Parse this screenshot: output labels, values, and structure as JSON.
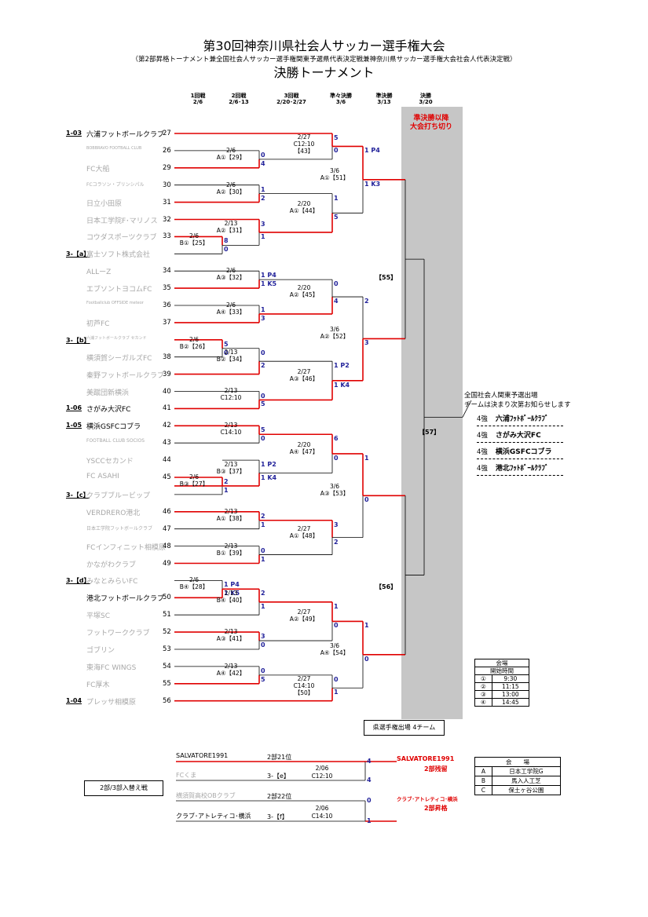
{
  "title": "第30回神奈川県社会人サッカー選手権大会",
  "subtitle": "（第2部昇格トーナメント兼全国社会人サッカー選手権関東予選県代表決定戦兼神奈川県サッカー選手権大会社会人代表決定戦）",
  "heading": "決勝トーナメント",
  "rounds": [
    {
      "name": "1回戦",
      "date": "2/6"
    },
    {
      "name": "2回戦",
      "date": "2/6･13"
    },
    {
      "name": "3回戦",
      "date": "2/20･2/27"
    },
    {
      "name": "準々決勝",
      "date": "3/6"
    },
    {
      "name": "準決勝",
      "date": "3/13"
    },
    {
      "name": "決勝",
      "date": "3/20"
    }
  ],
  "teams": [
    {
      "code": "1-03",
      "name": "六浦フットボールクラブ",
      "num": "27",
      "style": "b"
    },
    {
      "code": "",
      "name": "BOBBRAVO FOOTBALL CLUB",
      "num": "26",
      "style": "mini"
    },
    {
      "code": "",
      "name": "FC大船",
      "num": "29",
      "style": "g"
    },
    {
      "code": "",
      "name": "FCコラソン・プリンシパル",
      "num": "30",
      "style": "tiny"
    },
    {
      "code": "",
      "name": "日立小田原",
      "num": "31",
      "style": "g"
    },
    {
      "code": "",
      "name": "日本工学院F･マリノス",
      "num": "32",
      "style": "g"
    },
    {
      "code": "",
      "name": "コウダスポーツクラブ",
      "num": "33",
      "style": "g"
    },
    {
      "code": "3-【a】",
      "name": "富士ソフト株式会社",
      "num": "",
      "style": "g"
    },
    {
      "code": "",
      "name": "ALLーZ",
      "num": "34",
      "style": "g"
    },
    {
      "code": "",
      "name": "エブソントヨコムFC",
      "num": "35",
      "style": "g"
    },
    {
      "code": "",
      "name": "Footballclub OFFSIDE meteor",
      "num": "36",
      "style": "mini"
    },
    {
      "code": "",
      "name": "初芦FC",
      "num": "37",
      "style": "g"
    },
    {
      "code": "3-【b】",
      "name": "六浦フットボールクラブ セカンド",
      "num": "",
      "style": "mini"
    },
    {
      "code": "",
      "name": "横須賀シーガルズFC",
      "num": "38",
      "style": "g"
    },
    {
      "code": "",
      "name": "秦野フットボールクラブ",
      "num": "39",
      "style": "g"
    },
    {
      "code": "",
      "name": "美蹴団新横浜",
      "num": "40",
      "style": "g"
    },
    {
      "code": "1-06",
      "name": "さがみ大沢FC",
      "num": "41",
      "style": "b"
    },
    {
      "code": "1-05",
      "name": "横浜GSFCコブラ",
      "num": "42",
      "style": "b"
    },
    {
      "code": "",
      "name": "FOOTBALL CLUB SOCIOS",
      "num": "43",
      "style": "tiny"
    },
    {
      "code": "",
      "name": "YSCCセカンド",
      "num": "44",
      "style": "g"
    },
    {
      "code": "",
      "name": "FC ASAHI",
      "num": "45",
      "style": "g"
    },
    {
      "code": "3-【c】",
      "name": "クラブブルービップ",
      "num": "",
      "style": "g"
    },
    {
      "code": "",
      "name": "VERDRERO港北",
      "num": "46",
      "style": "g"
    },
    {
      "code": "",
      "name": "日本工学院フットボールクラブ",
      "num": "47",
      "style": "tiny"
    },
    {
      "code": "",
      "name": "FCインフィニット相模原",
      "num": "48",
      "style": "g"
    },
    {
      "code": "",
      "name": "かながわクラブ",
      "num": "49",
      "style": "g"
    },
    {
      "code": "3-【d】",
      "name": "みなとみらいFC",
      "num": "",
      "style": "g"
    },
    {
      "code": "",
      "name": "港北フットボールクラブ",
      "num": "50",
      "style": "b"
    },
    {
      "code": "",
      "name": "平塚SC",
      "num": "51",
      "style": "g"
    },
    {
      "code": "",
      "name": "フットワーククラブ",
      "num": "52",
      "style": "g"
    },
    {
      "code": "",
      "name": "ゴブリン",
      "num": "53",
      "style": "g"
    },
    {
      "code": "",
      "name": "東海FC WINGS",
      "num": "54",
      "style": "g"
    },
    {
      "code": "",
      "name": "FC厚木",
      "num": "55",
      "style": "g"
    },
    {
      "code": "1-04",
      "name": "プレッサ相模原",
      "num": "56",
      "style": "g"
    }
  ],
  "matches": [
    {
      "id": "r1a",
      "date": "2/6",
      "label": "B①【25】",
      "s1": "8",
      "s2": "0"
    },
    {
      "id": "r1b",
      "date": "2/6",
      "label": "B②【26】",
      "s1": "5",
      "s2": "0"
    },
    {
      "id": "r1c",
      "date": "2/6",
      "label": "B③【27】",
      "s1": "2",
      "s2": "1"
    },
    {
      "id": "r1d",
      "date": "2/6",
      "label": "B④【28】",
      "s1": "1 P4",
      "s2": "1 K5"
    },
    {
      "id": "r2a",
      "date": "2/6",
      "label": "A①【29】",
      "s1": "0",
      "s2": "4"
    },
    {
      "id": "r2b",
      "date": "2/6",
      "label": "A②【30】",
      "s1": "1",
      "s2": "2"
    },
    {
      "id": "r2c",
      "date": "2/13",
      "label": "A②【31】",
      "s1": "3",
      "s2": "1"
    },
    {
      "id": "r2d",
      "date": "2/6",
      "label": "A③【32】",
      "s1": "1 P4",
      "s2": "1 K5"
    },
    {
      "id": "r2e",
      "date": "2/6",
      "label": "A④【33】",
      "s1": "1",
      "s2": "3"
    },
    {
      "id": "r2f",
      "date": "2/13",
      "label": "B②【34】",
      "s1": "0",
      "s2": "2"
    },
    {
      "id": "r2g",
      "date": "2/13",
      "label": "C12:10",
      "s1": "0",
      "s2": "5"
    },
    {
      "id": "r2h",
      "date": "2/13",
      "label": "C14:10",
      "s1": "5",
      "s2": "0"
    },
    {
      "id": "r2i",
      "date": "2/13",
      "label": "B③【37】",
      "s1": "1 P2",
      "s2": "1 K4"
    },
    {
      "id": "r2j",
      "date": "2/13",
      "label": "A①【38】",
      "s1": "2",
      "s2": "1"
    },
    {
      "id": "r2k",
      "date": "2/13",
      "label": "B①【39】",
      "s1": "0",
      "s2": "1"
    },
    {
      "id": "r2l",
      "date": "2/13",
      "label": "B④【40】",
      "s1": "2",
      "s2": "1"
    },
    {
      "id": "r2m",
      "date": "2/13",
      "label": "A③【41】",
      "s1": "3",
      "s2": "0"
    },
    {
      "id": "r2n",
      "date": "2/13",
      "label": "A④【42】",
      "s1": "0",
      "s2": "5"
    },
    {
      "id": "r3a",
      "date": "2/27",
      "label": "C12:10",
      "extra": "【43】",
      "s1": "5",
      "s2": "0"
    },
    {
      "id": "r3b",
      "date": "2/20",
      "label": "A①【44】",
      "s1": "1",
      "s2": "5"
    },
    {
      "id": "r3c",
      "date": "2/20",
      "label": "A②【45】",
      "s1": "0",
      "s2": "4"
    },
    {
      "id": "r3d",
      "date": "2/27",
      "label": "A③【46】",
      "s1": "1 P2",
      "s2": "1 K4"
    },
    {
      "id": "r3e",
      "date": "2/20",
      "label": "A④【47】",
      "s1": "6",
      "s2": "0"
    },
    {
      "id": "r3f",
      "date": "2/27",
      "label": "A①【48】",
      "s1": "3",
      "s2": "2"
    },
    {
      "id": "r3g",
      "date": "2/27",
      "label": "A②【49】",
      "s1": "1",
      "s2": "0"
    },
    {
      "id": "r3h",
      "date": "2/27",
      "label": "C14:10",
      "extra": "【50】",
      "s1": "0",
      "s2": "1"
    },
    {
      "id": "qfa",
      "date": "3/6",
      "label": "A①【51】",
      "s1": "1 P4",
      "s2": "1 K3"
    },
    {
      "id": "qfb",
      "date": "3/6",
      "label": "A②【52】",
      "s1": "2",
      "s2": "3"
    },
    {
      "id": "qfc",
      "date": "3/6",
      "label": "A③【53】",
      "s1": "1",
      "s2": "0"
    },
    {
      "id": "qfd",
      "date": "3/6",
      "label": "A④【54】",
      "s1": "1",
      "s2": "0"
    }
  ],
  "sf_labels": [
    "【55】",
    "【56】"
  ],
  "final_label": "【57】",
  "note_red": "準決勝以降\n大会打ち切り",
  "kanto": {
    "text1": "全国社会人関東予選出場",
    "text2": "チームは決まり次第お知らせします",
    "rows": [
      {
        "rank": "4強",
        "team": "六浦ﾌｯﾄﾎﾞｰﾙｸﾗﾌﾞ"
      },
      {
        "rank": "4強",
        "team": "さがみ大沢FC"
      },
      {
        "rank": "4強",
        "team": "横浜GSFCコブラ"
      },
      {
        "rank": "4強",
        "team": "港北ﾌｯﾄﾎﾞｰﾙｸﾗﾌﾞ"
      }
    ]
  },
  "venue_times": {
    "title": "会場",
    "sub": "開始時間",
    "rows": [
      [
        "①",
        "9:30"
      ],
      [
        "②",
        "11:15"
      ],
      [
        "③",
        "13:00"
      ],
      [
        "④",
        "14:45"
      ]
    ]
  },
  "pref_box": "県選手権出場 4チーム",
  "swap": {
    "label": "2部/3部入替え戦",
    "teams": [
      {
        "name": "SALVATORE1991",
        "div": "2部21位",
        "style": "b"
      },
      {
        "name": "FCくま",
        "div": "3-【e】",
        "style": "g"
      },
      {
        "name": "横須賀高校OBクラブ",
        "div": "2部22位",
        "style": "g"
      },
      {
        "name": "クラブ･アトレティコ･横浜",
        "div": "3-【f】",
        "style": "b"
      }
    ],
    "matches": [
      {
        "date": "2/06",
        "label": "C12:10",
        "s1": "4",
        "s2": "4"
      },
      {
        "date": "2/06",
        "label": "C14:10",
        "s1": "0",
        "s2": "1"
      }
    ],
    "results": [
      {
        "team": "SALVATORE1991",
        "status": "2部残留"
      },
      {
        "team": "クラブ･アトレティコ･横浜",
        "status": "2部昇格"
      }
    ]
  },
  "venues": {
    "title": "会　　場",
    "rows": [
      [
        "A",
        "日本工学院G"
      ],
      [
        "B",
        "馬入人工芝"
      ],
      [
        "C",
        "保土ヶ谷公園"
      ]
    ]
  }
}
